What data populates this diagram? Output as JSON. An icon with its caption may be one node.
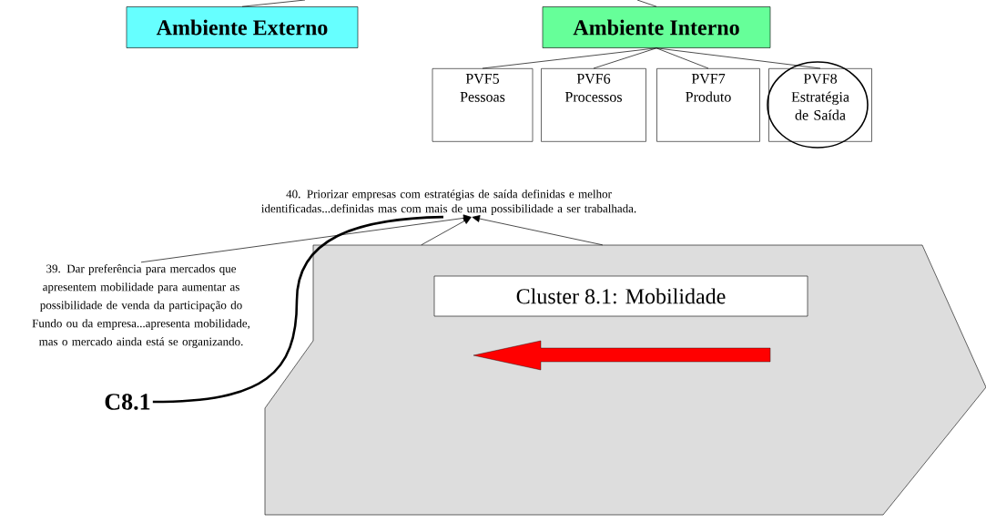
{
  "diagram": {
    "nodes": [
      {
        "text": [
          "Ambiente Externo"
        ]
      },
      {
        "text": [
          "Ambiente Interno"
        ]
      },
      {
        "text": [
          "PVF5 Pessoas"
        ]
      },
      {
        "text": [
          "PVF6 Processos"
        ]
      },
      {
        "text": [
          "PVF7 Produto"
        ]
      },
      {
        "text": [
          "PVF8 Estratégia de Saída"
        ]
      },
      {
        "text": [
          "40. Priorizar empresas com estratégias de saída definidas e melhor identificadas...definidas mas com mais de uma possibilidade a ser trabalhada."
        ]
      },
      {
        "text": [
          "39. Dar preferência para mercados que apresentem mobilidade para aumentar as possibilidade de venda da participação do Fundo ou da empresa...apresenta mobilidade, mas o mercado ainda está se organizando."
        ]
      },
      {
        "text": [],
        "shape": "box"
      },
      {
        "text": [
          "Cluster 8.1: Mobilidade"
        ],
        "in": 8
      },
      {
        "text": [
          "C8.1"
        ]
      }
    ],
    "edges": [
      {
        "from": 0,
        "to": null,
        "arrow": "none"
      },
      {
        "from": 1,
        "to": null,
        "arrow": "none"
      },
      {
        "from": 1,
        "to": 2,
        "arrow": "none"
      },
      {
        "from": 1,
        "to": 3,
        "arrow": "none"
      },
      {
        "from": 1,
        "to": 4,
        "arrow": "none"
      },
      {
        "from": 1,
        "to": 5,
        "arrow": "none"
      },
      {
        "from": 7,
        "to": 6,
        "arrow": "to"
      },
      {
        "from": 8,
        "to": 6,
        "arrow": "to"
      },
      {
        "from": 8,
        "to": 6,
        "arrow": "to"
      },
      {
        "from": 10,
        "to": 6,
        "arrow": "none",
        "style": "thick"
      }
    ]
  }
}
